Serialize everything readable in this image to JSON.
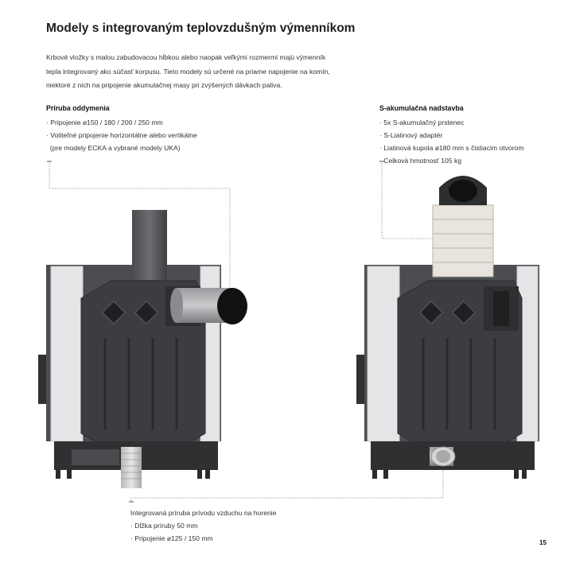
{
  "heading": "Modely s integrovaným teplovzdušným výmenníkom",
  "intro": [
    "Krbové vložky s malou zabudovacou hĺbkou alebo naopak veľkými rozmermi majú výmenník",
    "tepla integrovaný ako súčasť korpusu. Tieto modely sú určené na priame napojenie na komín,",
    "niektoré z nich na pripojenie akumulačnej masy pri zvýšených dávkach paliva."
  ],
  "left_column": {
    "title": "Príruba oddymenia",
    "items": [
      "· Pripojenie ø150 / 180 / 200 / 250 mm",
      "· Voliteľné pripojenie horizontálne alebo vertikálne",
      "  (pre modely ECKA a vybrané modely UKA)"
    ]
  },
  "right_column": {
    "title": "S-akumulačná nadstavba",
    "items": [
      "· 5x S-akumulačný prstenec",
      "· S-Liatinový adaptér",
      "· Liatinová kupola ø180 mm s čistiacim otvorom",
      "· Celková hmotnosť 105 kg"
    ]
  },
  "bottom_note": {
    "title": "Integrovaná príruba prívodu vzduchu na horenie",
    "items": [
      "· Dĺžka príruby 50 mm",
      "· Pripojenie ø125 / 150 mm"
    ]
  },
  "page_number": "15",
  "colors": {
    "stove_body": "#3c3d40",
    "stove_dark": "#2a2b2d",
    "side_panel": "#e4e5e7",
    "ceramic_ring": "#e9e5de",
    "leader_line": "#8a8a8a"
  }
}
